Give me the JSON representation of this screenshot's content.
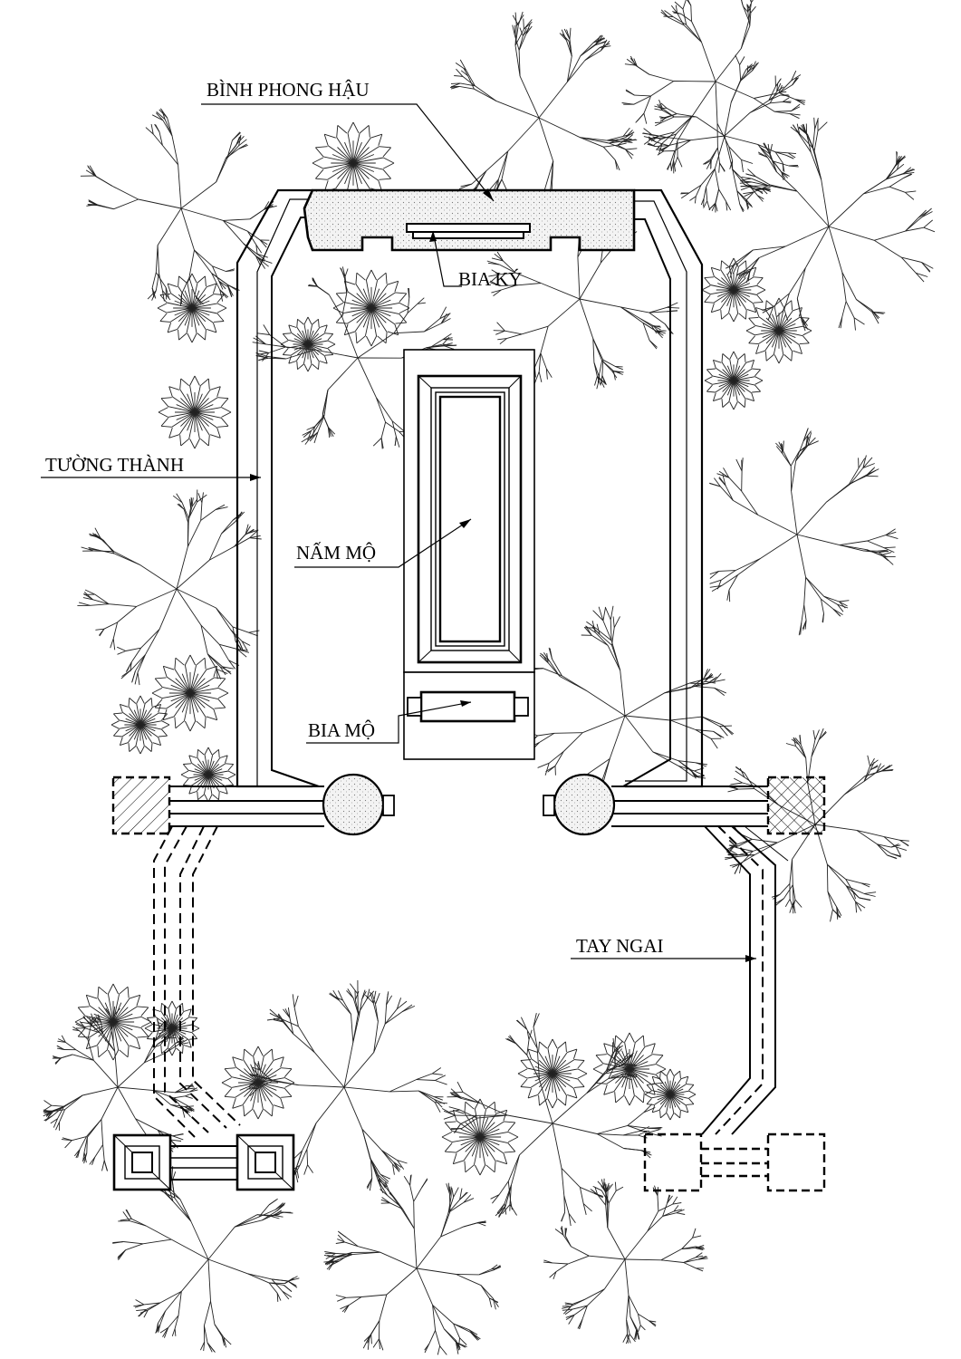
{
  "labels": {
    "binh_phong_hau": "BÌNH PHONG HẬU",
    "bia_ky": "BIA KÝ",
    "tuong_thanh": "TƯỜNG THÀNH",
    "nam_mo": "NẤM MỘ",
    "bia_mo": "BIA MỘ",
    "tay_ngai": "TAY NGAI"
  },
  "vegetation": {
    "large_tree_icon": "branching-tree-icon",
    "shrub_icon": "radial-shrub-icon"
  },
  "colors": {
    "line": "#000000",
    "stone_fill": "#f2f2f2",
    "background": "#ffffff"
  }
}
